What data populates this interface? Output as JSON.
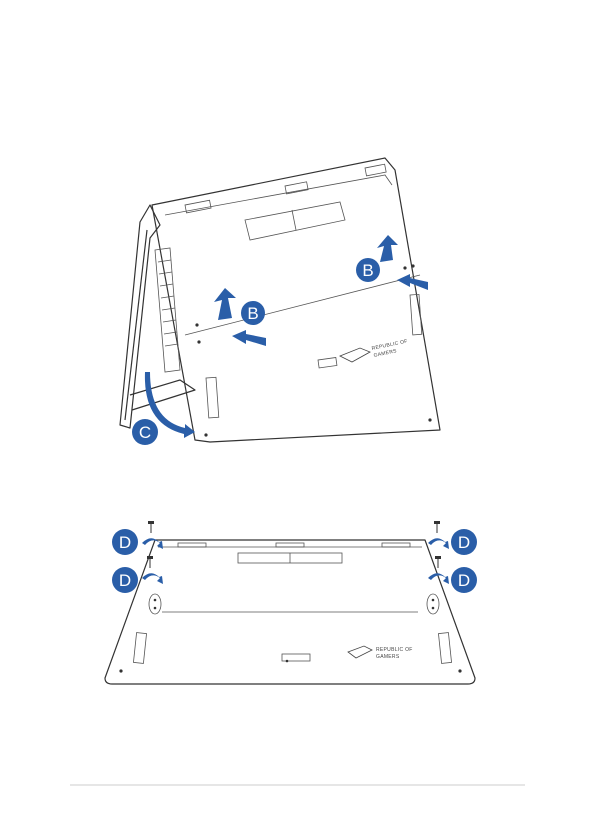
{
  "figure_top": {
    "callouts": {
      "upper_right": "B",
      "middle_left": "B",
      "bottom_left": "C"
    },
    "logo_lines": [
      "REPUBLIC OF",
      "GAMERS"
    ]
  },
  "figure_bottom": {
    "callouts": {
      "left_upper": "D",
      "left_lower": "D",
      "right_upper": "D",
      "right_lower": "D"
    },
    "logo_lines": [
      "REPUBLIC OF",
      "GAMERS"
    ]
  },
  "colors": {
    "callout": "#2a5ea8",
    "outline": "#333333",
    "footer_rule": "#cccccc"
  }
}
